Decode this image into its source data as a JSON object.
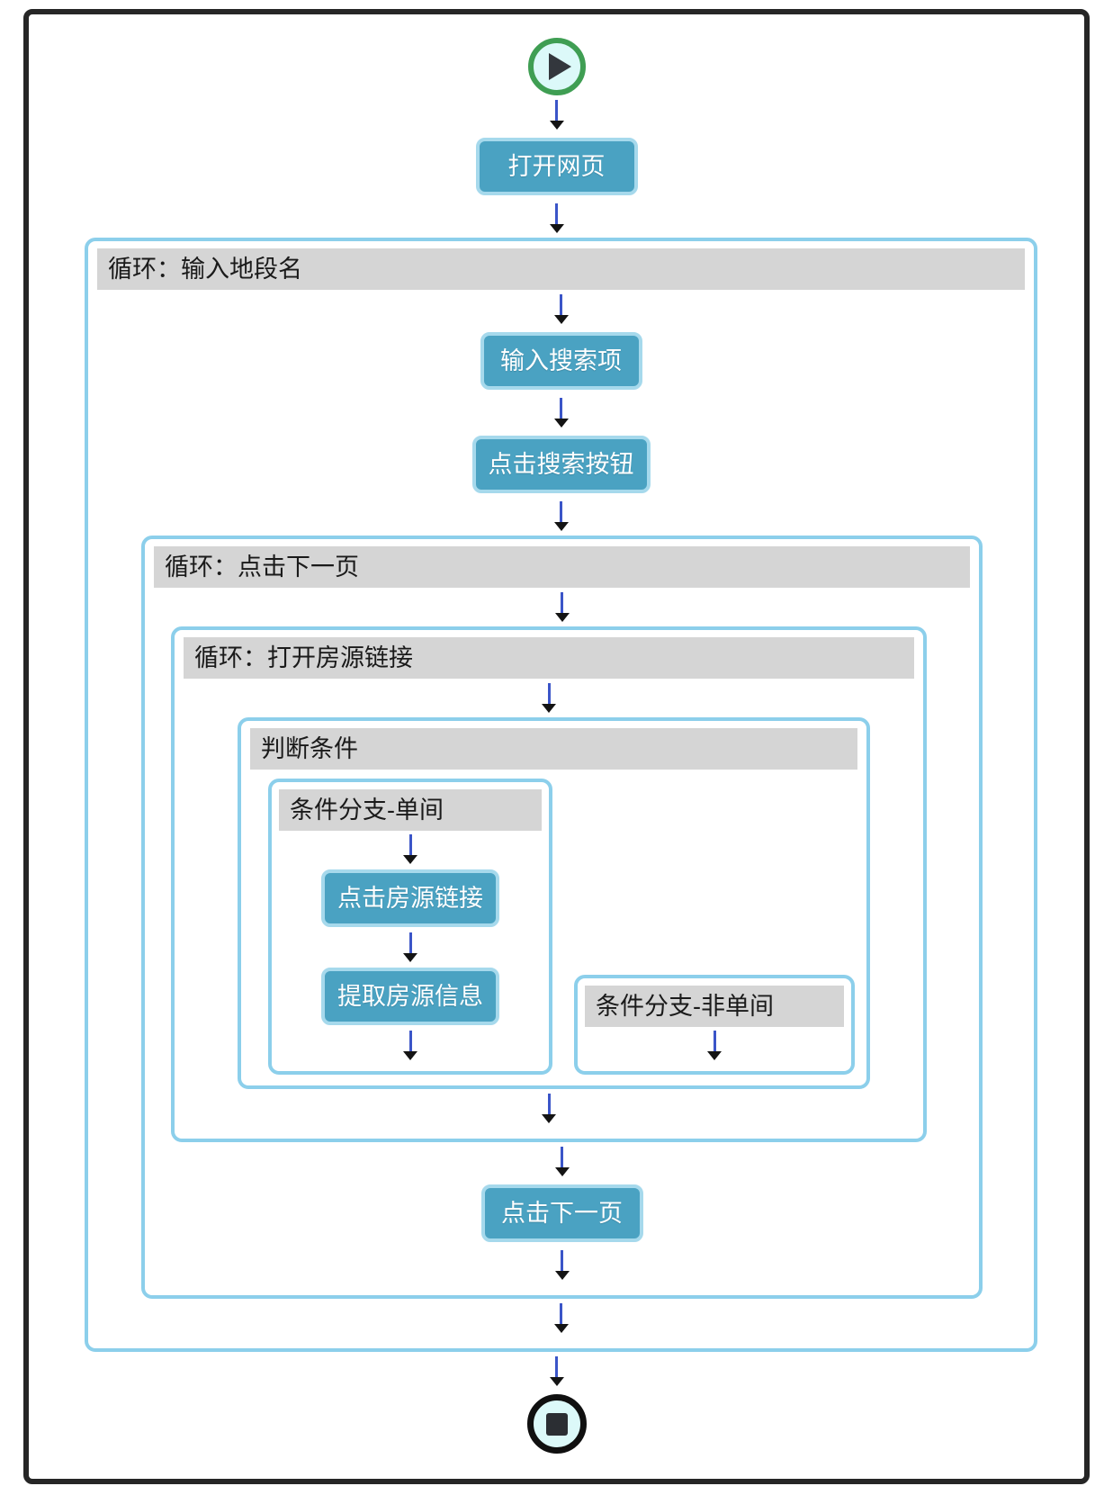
{
  "workflow": {
    "start": {
      "icon": "play-icon"
    },
    "end": {
      "icon": "stop-icon"
    },
    "containers": {
      "loop_input_area": "循环：输入地段名",
      "loop_next_page": "循环：点击下一页",
      "loop_open_listing": "循环：打开房源链接",
      "condition": "判断条件",
      "branch_single": "条件分支-单间",
      "branch_not_single": "条件分支-非单间"
    },
    "nodes": {
      "open_page": "打开网页",
      "input_search": "输入搜索项",
      "click_search_button": "点击搜索按钮",
      "click_listing_link": "点击房源链接",
      "extract_listing_info": "提取房源信息",
      "click_next_page": "点击下一页"
    },
    "colors": {
      "frame_border": "#262626",
      "container_border": "#8ccfeb",
      "button_background": "#4aa2c2",
      "button_border": "#a6d9ec",
      "button_text": "#ffffff",
      "header_background": "#d5d5d5",
      "header_text": "#1a1a1a",
      "start_ring_green": "#3f9e53",
      "end_ring_black": "#101010",
      "icon_fill": "#dcf9f9",
      "arrow_stem_blue": "#3b55c8",
      "arrow_head": "#141414"
    }
  }
}
